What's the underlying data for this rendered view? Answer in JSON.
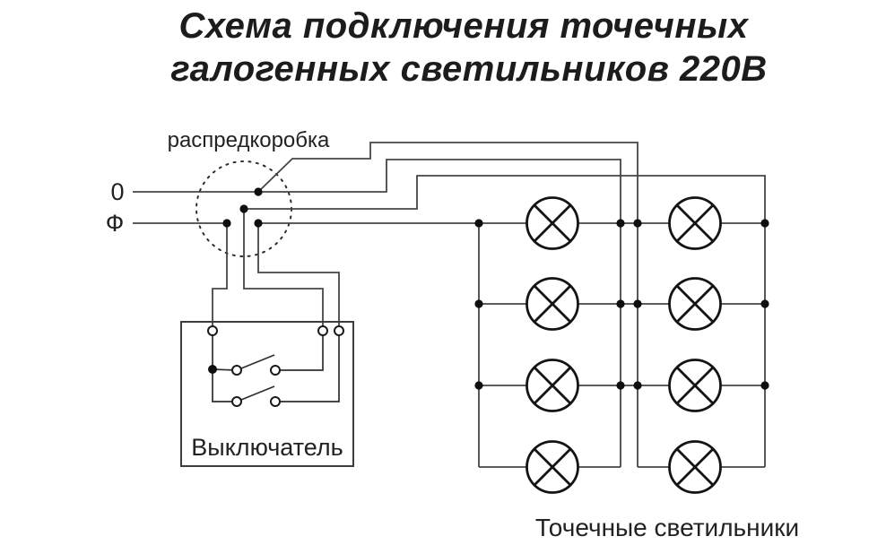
{
  "title": {
    "line1": "Схема подключения точечных",
    "line2": "галогенных светильников 220В"
  },
  "junction_box": {
    "label": "распредкоробка"
  },
  "supply": {
    "neutral_label": "0",
    "phase_label": "Ф"
  },
  "switch": {
    "label": "Выключатель",
    "gangs": 2,
    "terminals": 3
  },
  "lamps": {
    "label": "Точечные светильники",
    "count": 8,
    "columns": 2,
    "rows": 4,
    "symbol": "circle-with-inscribed-cross"
  },
  "colors": {
    "background": "#ffffff",
    "wire": "#454545",
    "symbol": "#141414",
    "text": "#1c1c1c"
  }
}
